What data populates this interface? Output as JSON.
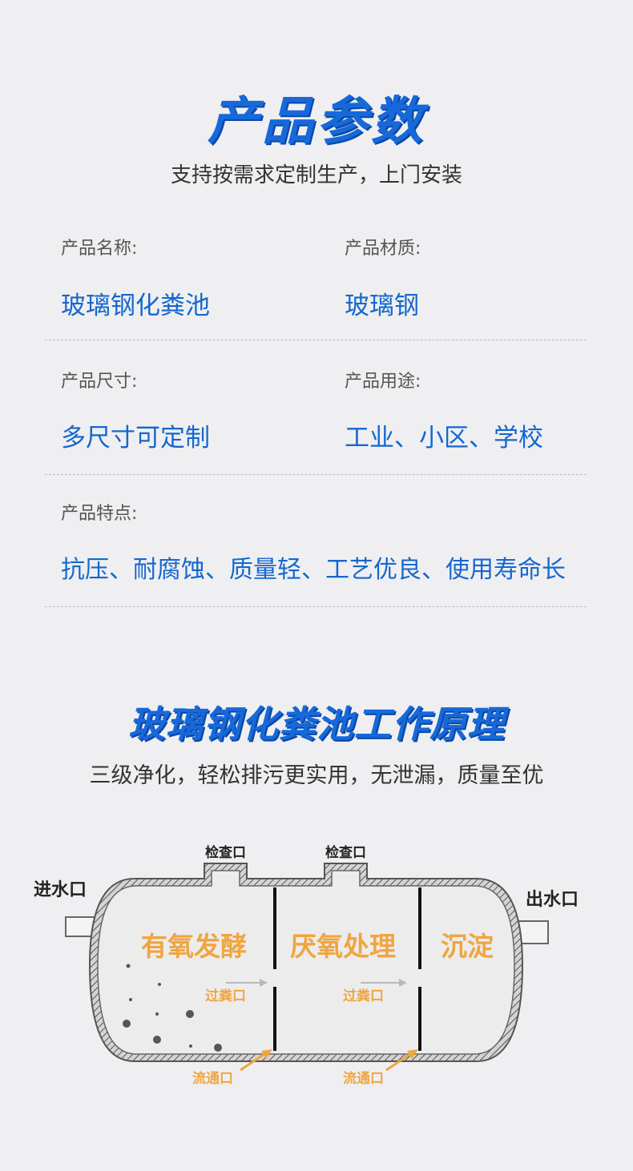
{
  "params": {
    "title": "产品参数",
    "subtitle": "支持按需求定制生产，上门安装",
    "items": [
      {
        "label": "产品名称:",
        "value": "玻璃钢化粪池"
      },
      {
        "label": "产品材质:",
        "value": "玻璃钢"
      },
      {
        "label": "产品尺寸:",
        "value": "多尺寸可定制"
      },
      {
        "label": "产品用途:",
        "value": "工业、小区、学校"
      },
      {
        "label": "产品特点:",
        "value": "抗压、耐腐蚀、质量轻、工艺优良、使用寿命长"
      }
    ]
  },
  "principle": {
    "title": "玻璃钢化粪池工作原理",
    "subtitle": "三级净化，轻松排污更实用，无泄漏，质量至优",
    "diagram": {
      "inlet": "进水口",
      "outlet": "出水口",
      "inspection_1": "检查口",
      "inspection_2": "检查口",
      "stage_1": "有氧发酵",
      "stage_2": "厌氧处理",
      "stage_3": "沉淀",
      "passage_1": "过粪口",
      "passage_2": "过粪口",
      "flow_1": "流通口",
      "flow_2": "流通口"
    }
  },
  "colors": {
    "accent_blue": "#1567cf",
    "stage_orange": "#f0a540",
    "background": "#efeff1"
  }
}
